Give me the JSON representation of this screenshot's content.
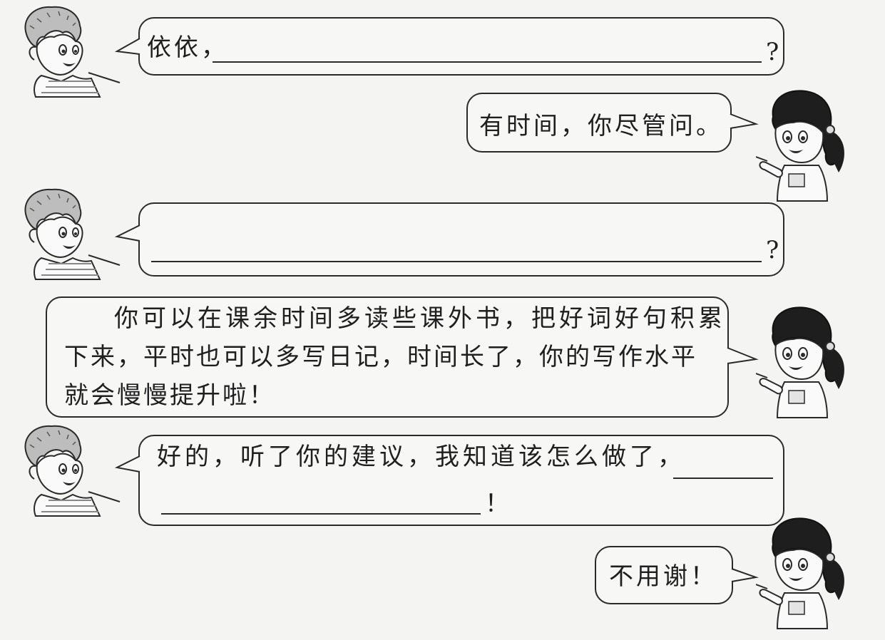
{
  "dialogue": {
    "line1": {
      "text": "依依，",
      "end": "?"
    },
    "line2": {
      "text": "有时间，你尽管问。"
    },
    "line3": {
      "end": "?"
    },
    "line4": {
      "row1": "你可以在课余时间多读些课外书，把好词好句积累",
      "row2": "下来，平时也可以多写日记，时间长了，你的写作水平",
      "row3": "就会慢慢提升啦！"
    },
    "line5": {
      "text": "好的，听了你的建议，我知道该怎么做了，",
      "end": "！"
    },
    "line6": {
      "text": "不用谢！"
    }
  },
  "characters": {
    "boy": "boy-character",
    "girl": "girl-character"
  }
}
